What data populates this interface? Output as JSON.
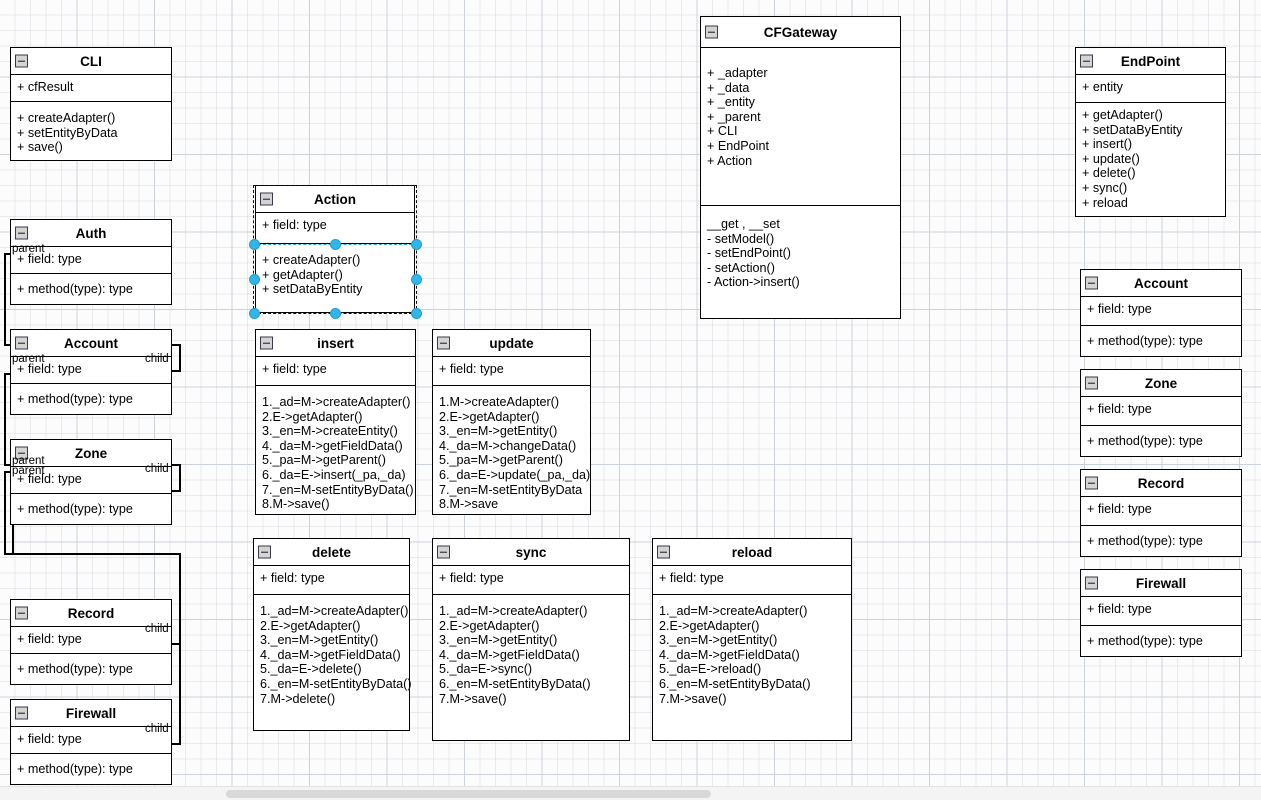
{
  "app": {
    "canvas_label": "uml-class-diagram-canvas",
    "accent_selection": "#33b5e8",
    "line_color": "#000000",
    "grid_color": "#d0d6de",
    "background": "#fcfcfc"
  },
  "icons": {
    "collapse": "collapse-minus-icon"
  },
  "classes": [
    {
      "id": "cli",
      "name": "CLI",
      "attributes": [
        "+ cfResult"
      ],
      "methods": [
        "+ createAdapter()",
        "+ setEntityByData",
        "+ save()"
      ]
    },
    {
      "id": "cfgateway",
      "name": "CFGateway",
      "attributes": [
        "+ _adapter",
        "+ _data",
        "+ _entity",
        "+ _parent",
        "+ CLI",
        "+ EndPoint",
        "+ Action"
      ],
      "methods": [
        "__get , __set",
        "- setModel()",
        "- setEndPoint()",
        "- setAction()",
        "- Action->insert()"
      ]
    },
    {
      "id": "endpoint",
      "name": "EndPoint",
      "attributes": [
        "+  entity"
      ],
      "methods": [
        "+ getAdapter()",
        "+ setDataByEntity",
        "+ insert()",
        "+ update()",
        "+ delete()",
        "+ sync()",
        "+ reload"
      ]
    },
    {
      "id": "action",
      "name": "Action",
      "attributes": [
        "+ field: type"
      ],
      "methods": [
        "+ createAdapter()",
        "+ getAdapter()",
        "+ setDataByEntity"
      ],
      "selected": true
    },
    {
      "id": "auth-left",
      "name": "Auth",
      "attributes": [
        "+ field: type"
      ],
      "methods": [
        "+ method(type): type"
      ],
      "edge_labels": {
        "parent": [
          "parent"
        ],
        "child": []
      }
    },
    {
      "id": "account-left",
      "name": "Account",
      "attributes": [
        "+ field: type"
      ],
      "methods": [
        "+ method(type): type"
      ],
      "edge_labels": {
        "parent": [
          "parent"
        ],
        "child": [
          "child"
        ]
      }
    },
    {
      "id": "zone-left",
      "name": "Zone",
      "attributes": [
        "+ field: type"
      ],
      "methods": [
        "+ method(type): type"
      ],
      "edge_labels": {
        "parent": [
          "parent",
          "parent"
        ],
        "child": [
          "child"
        ]
      }
    },
    {
      "id": "record-left",
      "name": "Record",
      "attributes": [
        "+ field: type"
      ],
      "methods": [
        "+ method(type): type"
      ],
      "edge_labels": {
        "parent": [],
        "child": [
          "child"
        ]
      }
    },
    {
      "id": "firewall-left",
      "name": "Firewall",
      "attributes": [
        "+ field: type"
      ],
      "methods": [
        "+ method(type): type"
      ],
      "edge_labels": {
        "parent": [],
        "child": [
          "child"
        ]
      }
    },
    {
      "id": "insert",
      "name": "insert",
      "attributes": [
        "+ field: type"
      ],
      "methods": [
        "1._ad=M->createAdapter()",
        "2.E->getAdapter()",
        "3._en=M->createEntity()",
        "4._da=M->getFieldData()",
        "5._pa=M->getParent()",
        "6._da=E->insert(_pa,_da)",
        "7._en=M-setEntityByData()",
        "8.M->save()"
      ]
    },
    {
      "id": "update",
      "name": "update",
      "attributes": [
        "+ field: type"
      ],
      "methods": [
        "1.M->createAdapter()",
        "2.E->getAdapter()",
        "3._en=M->getEntity()",
        "4._da=M->changeData()",
        "5._pa=M->getParent()",
        "6._da=E->update(_pa,_da)",
        "7._en=M-setEntityByData",
        "8.M->save"
      ]
    },
    {
      "id": "delete",
      "name": "delete",
      "attributes": [
        "+ field: type"
      ],
      "methods": [
        "1._ad=M->createAdapter()",
        "2.E->getAdapter()",
        "3._en=M->getEntity()",
        "4._da=M->getFieldData()",
        "5._da=E->delete()",
        "6._en=M-setEntityByData()",
        "7.M->delete()"
      ]
    },
    {
      "id": "sync",
      "name": "sync",
      "attributes": [
        "+ field: type"
      ],
      "methods": [
        "1._ad=M->createAdapter()",
        "2.E->getAdapter()",
        "3._en=M->getEntity()",
        "4._da=M->getFieldData()",
        "5._da=E->sync()",
        "6._en=M-setEntityByData()",
        "7.M->save()"
      ]
    },
    {
      "id": "reload",
      "name": "reload",
      "attributes": [
        "+ field: type"
      ],
      "methods": [
        "1._ad=M->createAdapter()",
        "2.E->getAdapter()",
        "3._en=M->getEntity()",
        "4._da=M->getFieldData()",
        "5._da=E->reload()",
        "6._en=M-setEntityByData()",
        "7.M->save()"
      ]
    },
    {
      "id": "account-right",
      "name": "Account",
      "attributes": [
        "+ field: type"
      ],
      "methods": [
        "+ method(type): type"
      ]
    },
    {
      "id": "zone-right",
      "name": "Zone",
      "attributes": [
        "+ field: type"
      ],
      "methods": [
        "+ method(type): type"
      ]
    },
    {
      "id": "record-right",
      "name": "Record",
      "attributes": [
        "+ field: type"
      ],
      "methods": [
        "+ method(type): type"
      ]
    },
    {
      "id": "firewall-right",
      "name": "Firewall",
      "attributes": [
        "+ field: type"
      ],
      "methods": [
        "+ method(type): type"
      ]
    }
  ]
}
